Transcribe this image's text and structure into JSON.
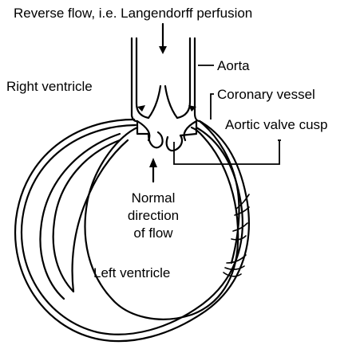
{
  "labels": {
    "reverse_flow": "Reverse flow, i.e. Langendorff perfusion",
    "aorta": "Aorta",
    "right_ventricle": "Right ventricle",
    "coronary_vessel": "Coronary vessel",
    "aortic_valve_cusp": "Aortic valve cusp",
    "normal_direction_line1": "Normal",
    "normal_direction_line2": "direction",
    "normal_direction_line3": "of flow",
    "left_ventricle": "Left ventricle"
  },
  "colors": {
    "stroke": "#000000",
    "background": "#ffffff"
  }
}
